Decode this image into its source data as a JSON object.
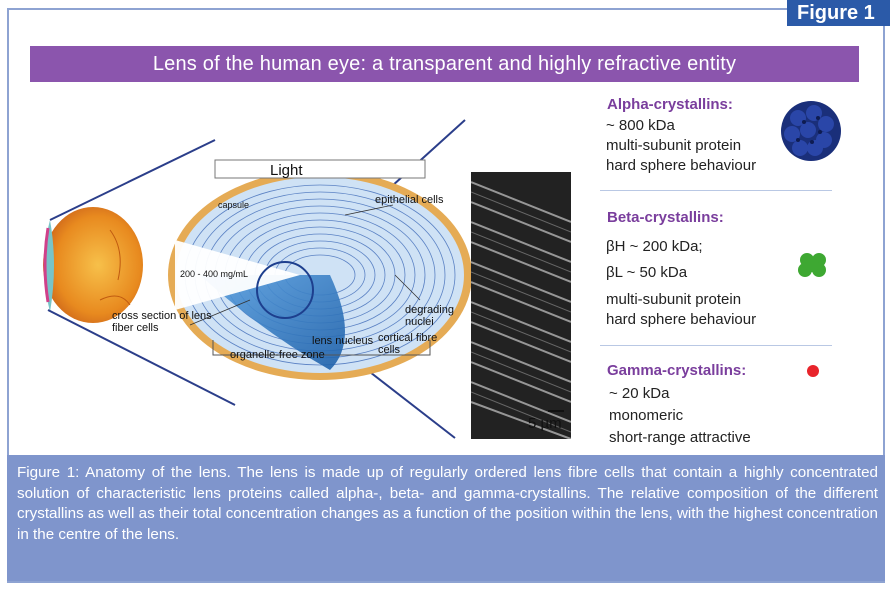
{
  "figure_tab": "Figure 1",
  "title": "Lens of the human eye: a transparent and highly refractive entity",
  "diagram_labels": {
    "light": "Light",
    "capsule": "capsule",
    "epithelial": "epithelial cells",
    "concentration": "200 - 400 mg/mL",
    "cross_section": "cross section of lens fiber cells",
    "degrading": "degrading nuclei",
    "lens_nucleus": "lens nucleus",
    "cortical": "cortical fibre cells",
    "organelle_free": "organelle-free zone"
  },
  "scale_bar": "5 µm",
  "proteins": {
    "alpha": {
      "name": "Alpha-crystallins:",
      "lines": [
        "~ 800 kDa",
        "multi-subunit protein",
        "hard sphere behaviour"
      ],
      "color": "#1a2f7a"
    },
    "beta": {
      "name": "Beta-crystallins:",
      "bh": "βH ~ 200 kDa;",
      "bl": "βL ~ 50 kDa",
      "lines": [
        "multi-subunit protein",
        "hard sphere behaviour"
      ],
      "color": "#3ea832"
    },
    "gamma": {
      "name": "Gamma-crystallins:",
      "lines": [
        "~ 20 kDa",
        "monomeric",
        "short-range attractive"
      ],
      "color": "#e8242b"
    }
  },
  "caption": "Figure 1: Anatomy of the lens. The lens is made up of regularly ordered lens fibre cells that contain a highly concentrated solution of characteristic lens proteins called alpha-, beta- and gamma-crystallins. The relative composition of the different crystallins as well as their total concentration changes as a function of the position within the lens, with the highest concentration in the centre of the lens."
}
